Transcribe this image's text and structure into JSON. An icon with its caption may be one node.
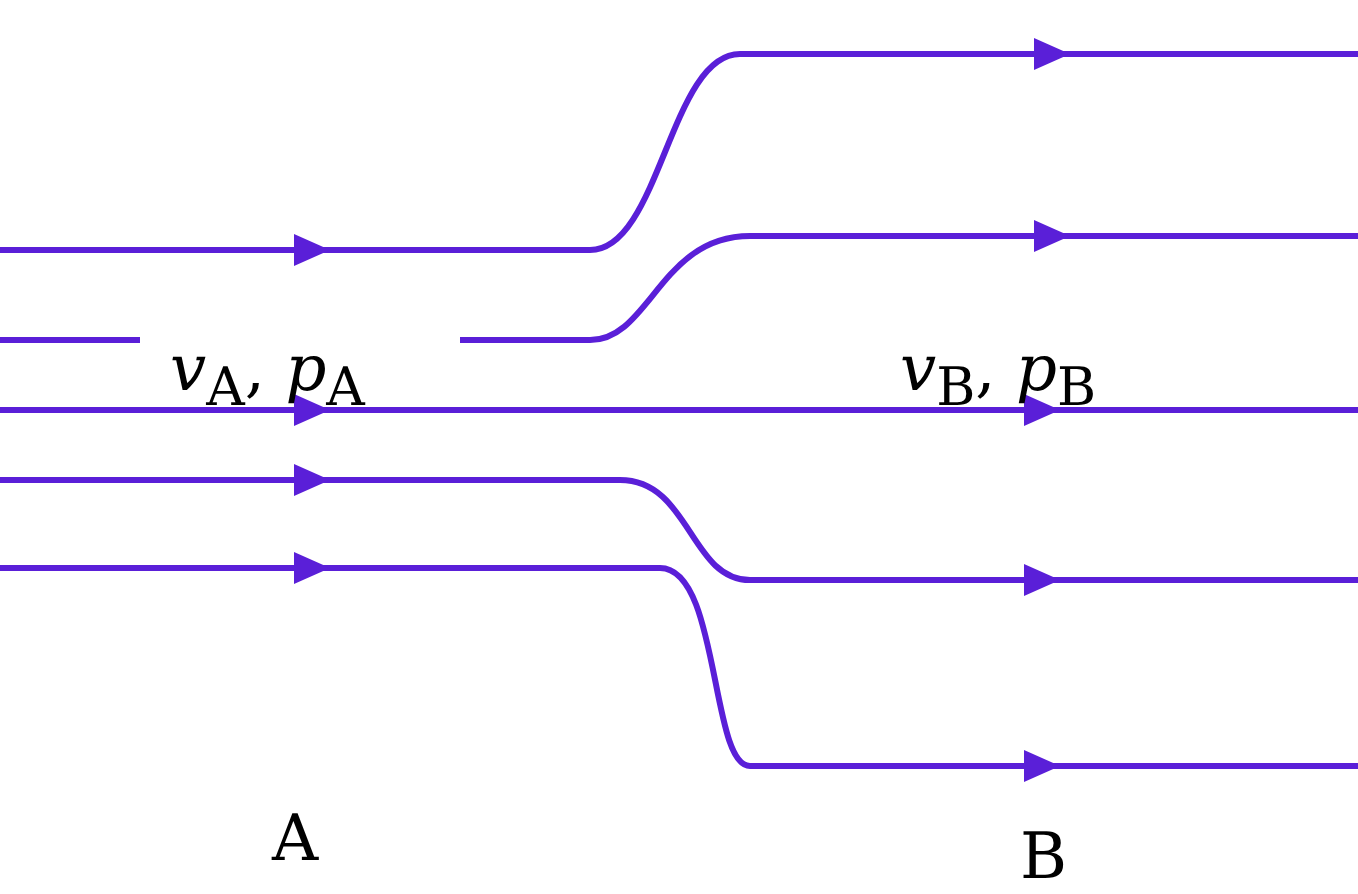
{
  "diagram": {
    "labels": [
      "*v*$_{A}$, *p*$_{A}$",
      "*v*$_{B}$, *p*$_{B}$",
      "A",
      "B"
    ]
  }
}
